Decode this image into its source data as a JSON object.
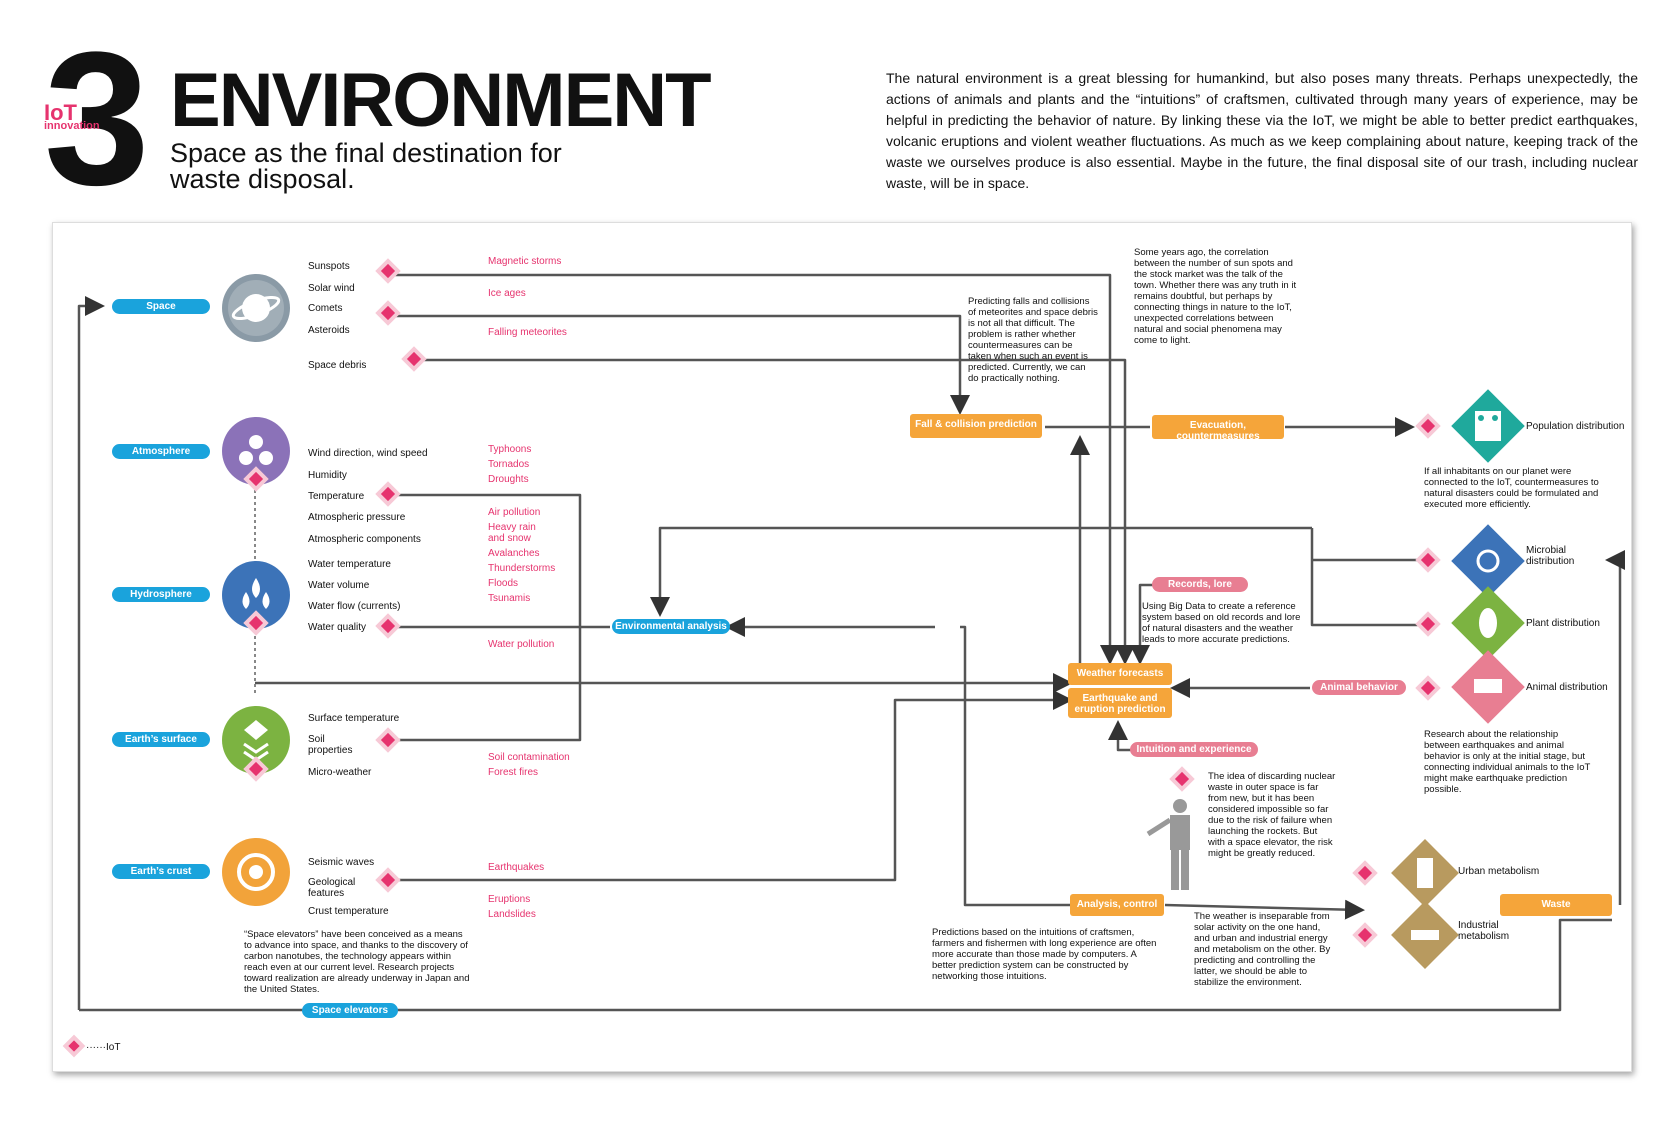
{
  "header": {
    "number": "3",
    "iot": "IoT",
    "innovation": "innovation",
    "title": "ENVIRONMENT",
    "subtitle": "Space as the final destination for waste disposal.",
    "intro": "The natural environment is a great blessing for humankind, but also poses many threats. Perhaps unexpectedly, the actions of animals and plants and the “intuitions” of craftsmen, cultivated through many years of experience, may be helpful in predicting the behavior of nature. By linking these via the IoT, we might be able to better predict earthquakes, volcanic eruptions and violent weather fluctuations. As much as we keep complaining about nature, keeping track of the waste we ourselves produce is also essential. Maybe in the future, the final disposal site of our trash, including nuclear waste, will be in space."
  },
  "spheres": {
    "space": "Space",
    "atmosphere": "Atmosphere",
    "hydrosphere": "Hydrosphere",
    "earth_surface": "Earth’s surface",
    "earth_crust": "Earth’s crust"
  },
  "space_items": [
    "Sunspots",
    "Solar wind",
    "Comets",
    "Asteroids",
    "Space debris"
  ],
  "atmo_items": [
    "Wind direction, wind speed",
    "Humidity",
    "Temperature",
    "Atmospheric pressure",
    "Atmospheric components"
  ],
  "hydro_items": [
    "Water temperature",
    "Water volume",
    "Water flow (currents)",
    "Water quality"
  ],
  "surface_items": [
    "Surface temperature",
    "Soil properties",
    "Micro-weather"
  ],
  "crust_items": [
    "Seismic waves",
    "Geological features",
    "Crust temperature"
  ],
  "phenomena": {
    "magnetic": "Magnetic storms",
    "ice": "Ice ages",
    "meteorites": "Falling meteorites",
    "typhoons": "Typhoons",
    "tornados": "Tornados",
    "droughts": "Droughts",
    "air": "Air pollution",
    "rain": "Heavy rain and snow",
    "avalanches": "Avalanches",
    "thunder": "Thunderstorms",
    "floods": "Floods",
    "tsunamis": "Tsunamis",
    "water": "Water pollution",
    "soil": "Soil contamination",
    "fires": "Forest fires",
    "earthquakes": "Earthquakes",
    "eruptions": "Eruptions",
    "landslides": "Landslides"
  },
  "nodes": {
    "fall": "Fall & collision prediction",
    "evac": "Evacuation, countermeasures",
    "env": "Environmental analysis",
    "records": "Records, lore",
    "weather": "Weather forecasts",
    "quake": "Earthquake and eruption prediction",
    "animal": "Animal behavior",
    "intuition": "Intuition and experience",
    "analysis": "Analysis, control",
    "waste": "Waste",
    "elevators": "Space elevators"
  },
  "dist": {
    "pop": "Population distribution",
    "micro": "Microbial distribution",
    "plant": "Plant distribution",
    "animal": "Animal distribution",
    "urban": "Urban metabolism",
    "industrial": "Industrial metabolism"
  },
  "notes": {
    "fall": "Predicting falls and collisions of meteorites and space debris is not all that difficult. The problem is rather whether countermeasures can be taken when such an event is predicted. Currently, we can do practically nothing.",
    "sun": "Some years ago, the correlation between the number of sun spots and the stock market was the talk of the town. Whether there was any truth in it remains doubtful, but perhaps by connecting things in nature to the IoT, unexpected correlations between natural and social phenomena may come to light.",
    "pop": "If all inhabitants on our planet were connected to the IoT, countermeasures to natural disasters could be formulated and executed more efficiently.",
    "bigdata": "Using Big Data to create a reference system based on old records and lore of natural disasters and the weather leads to more accurate predictions.",
    "animal": "Research about the relationship between earthquakes and animal behavior is only at the initial stage, but connecting individual animals to the IoT might make earthquake prediction possible.",
    "nuclear": "The idea of discarding nuclear waste in outer space is far from new, but it has been considered impossible so far due to the risk of failure when launching the rockets. But with a space elevator, the risk might be greatly reduced.",
    "elevator": "“Space elevators” have been conceived as a means to advance into space, and thanks to the discovery of carbon nanotubes, the technology appears within reach even at our current level. Research projects toward realization are already underway in Japan and the United States.",
    "intuition": "Predictions based on the intuitions of craftsmen, farmers and fishermen with long experience are often more accurate than those made by computers. A better prediction system can be constructed by networking those intuitions.",
    "weather": "The weather is inseparable from solar activity on the one hand, and urban and industrial energy and metabolism on the other. By predicting and controlling the latter, we should be able to stabilize the environment."
  },
  "legend": "IoT",
  "colors": {
    "pink": "#e6336e",
    "blue": "#1aa3dc",
    "orange": "#f5a53a",
    "rose": "#e87e92"
  }
}
